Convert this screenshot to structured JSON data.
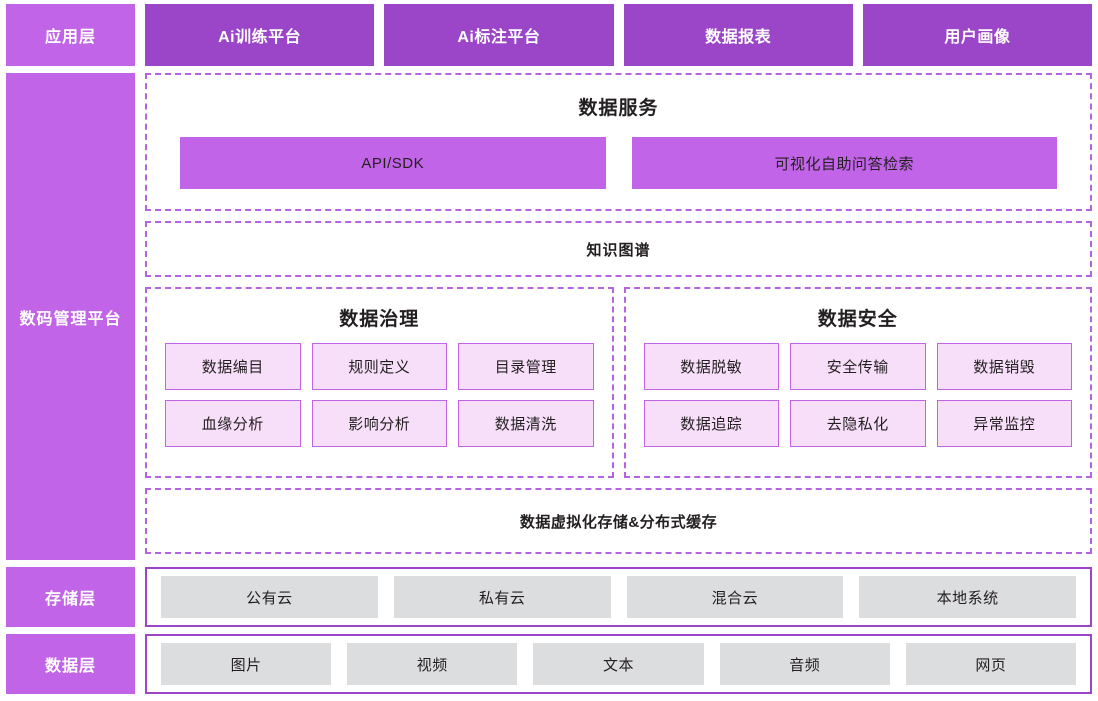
{
  "colors": {
    "layer_chip": "#c264e8",
    "app_box": "#9b45c9",
    "dashed_border": "#b563e0",
    "solid_border": "#9b45c9",
    "tile_fill": "#f7def9",
    "tile_border": "#c264e8",
    "grey_box": "#dcdddf",
    "text_dark": "#231f20",
    "text_light": "#ffffff",
    "background": "#ffffff"
  },
  "application_layer": {
    "label": "应用层",
    "boxes": [
      {
        "label": "Ai训练平台"
      },
      {
        "label": "Ai标注平台"
      },
      {
        "label": "数据报表"
      },
      {
        "label": "用户画像"
      }
    ]
  },
  "platform_layer": {
    "label": "数码管理平台",
    "data_service": {
      "title": "数据服务",
      "boxes": [
        {
          "label": "API/SDK"
        },
        {
          "label": "可视化自助问答检索"
        }
      ]
    },
    "knowledge_graph": {
      "title": "知识图谱"
    },
    "governance": {
      "title": "数据治理",
      "tiles": [
        {
          "label": "数据编目"
        },
        {
          "label": "规则定义"
        },
        {
          "label": "目录管理"
        },
        {
          "label": "血缘分析"
        },
        {
          "label": "影响分析"
        },
        {
          "label": "数据清洗"
        }
      ]
    },
    "security": {
      "title": "数据安全",
      "tiles": [
        {
          "label": "数据脱敏"
        },
        {
          "label": "安全传输"
        },
        {
          "label": "数据销毁"
        },
        {
          "label": "数据追踪"
        },
        {
          "label": "去隐私化"
        },
        {
          "label": "异常监控"
        }
      ]
    },
    "virtualization": {
      "title": "数据虚拟化存储&分布式缓存"
    }
  },
  "storage_layer": {
    "label": "存储层",
    "boxes": [
      {
        "label": "公有云"
      },
      {
        "label": "私有云"
      },
      {
        "label": "混合云"
      },
      {
        "label": "本地系统"
      }
    ]
  },
  "data_layer": {
    "label": "数据层",
    "boxes": [
      {
        "label": "图片"
      },
      {
        "label": "视频"
      },
      {
        "label": "文本"
      },
      {
        "label": "音频"
      },
      {
        "label": "网页"
      }
    ]
  }
}
